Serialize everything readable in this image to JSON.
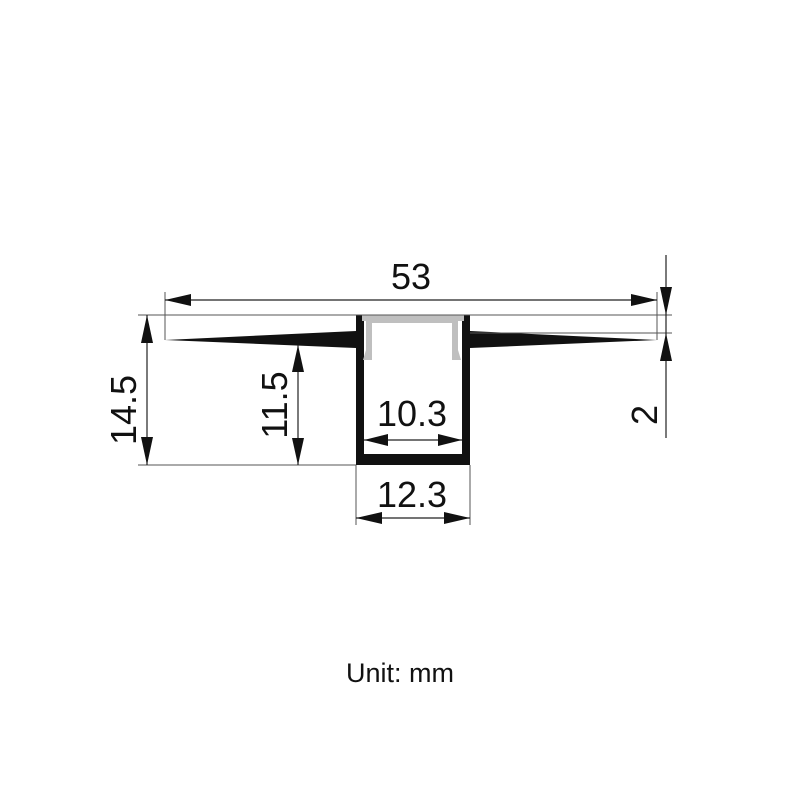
{
  "dimensions": {
    "overall_width": "53",
    "overall_height": "14.5",
    "channel_depth": "11.5",
    "inner_width": "10.3",
    "outer_width": "12.3",
    "flange_thickness": "2"
  },
  "unit_label": "Unit: mm",
  "colors": {
    "profile": "#111111",
    "diffuser": "#bfbfbf",
    "background": "#ffffff"
  }
}
